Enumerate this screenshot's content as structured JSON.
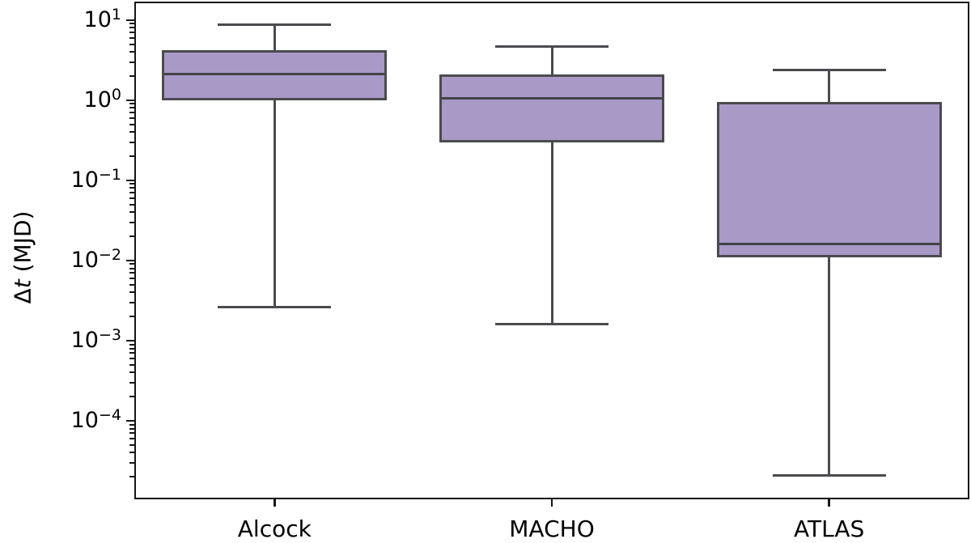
{
  "chart_data": {
    "type": "boxplot",
    "orientation": "vertical",
    "title": "",
    "xlabel": "",
    "ylabel": {
      "prefix": "Δ",
      "italic": "t",
      "suffix": " (MJD)"
    },
    "yscale": "log",
    "ylim": [
      1.1e-05,
      16.2
    ],
    "ytick_exponents": [
      1,
      0,
      -1,
      -2,
      -3,
      -4
    ],
    "ytick_labels": [
      "10¹",
      "10⁰",
      "10⁻¹",
      "10⁻²",
      "10⁻³",
      "10⁻⁴"
    ],
    "grid": false,
    "show_fliers": false,
    "categories": [
      "Alcock",
      "MACHO",
      "ATLAS"
    ],
    "series": [
      {
        "category": "Alcock",
        "whisker_low": 0.0026,
        "q1": 1.0,
        "median": 2.1,
        "q3": 4.2,
        "whisker_high": 8.8
      },
      {
        "category": "MACHO",
        "whisker_low": 0.0016,
        "q1": 0.3,
        "median": 1.05,
        "q3": 2.1,
        "whisker_high": 4.7
      },
      {
        "category": "ATLAS",
        "whisker_low": 2.1e-05,
        "q1": 0.011,
        "median": 0.016,
        "q3": 0.95,
        "whisker_high": 2.4
      }
    ],
    "colors": {
      "box_fill": "#a999c7",
      "box_edge": "#4b4b4f",
      "whisker": "#4b4b4f",
      "median": "#434347",
      "spine": "#161616",
      "tick": "#161616",
      "text": "#000000"
    }
  }
}
